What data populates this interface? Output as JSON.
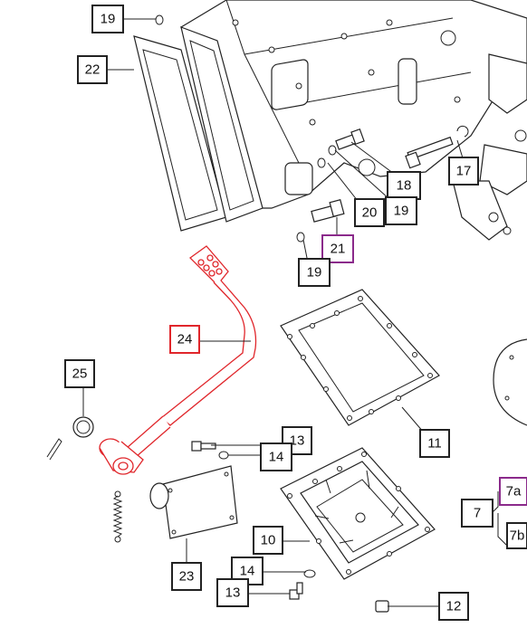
{
  "diagram": {
    "colors": {
      "default": "#222222",
      "highlight_red": "#e0262b",
      "highlight_purple": "#8b2a8b",
      "background": "#ffffff"
    },
    "callouts": [
      {
        "id": "c19a",
        "label": "19",
        "style": "default"
      },
      {
        "id": "c22",
        "label": "22",
        "style": "default"
      },
      {
        "id": "c18",
        "label": "18",
        "style": "default"
      },
      {
        "id": "c17",
        "label": "17",
        "style": "default"
      },
      {
        "id": "c20",
        "label": "20",
        "style": "default"
      },
      {
        "id": "c19b",
        "label": "19",
        "style": "default"
      },
      {
        "id": "c21",
        "label": "21",
        "style": "purple"
      },
      {
        "id": "c19c",
        "label": "19",
        "style": "default"
      },
      {
        "id": "c24",
        "label": "24",
        "style": "red"
      },
      {
        "id": "c25",
        "label": "25",
        "style": "default"
      },
      {
        "id": "c11",
        "label": "11",
        "style": "default"
      },
      {
        "id": "c13a",
        "label": "13",
        "style": "default"
      },
      {
        "id": "c14a",
        "label": "14",
        "style": "default"
      },
      {
        "id": "c7a",
        "label": "7a",
        "style": "purple"
      },
      {
        "id": "c7",
        "label": "7",
        "style": "default"
      },
      {
        "id": "c7b",
        "label": "7b",
        "style": "default"
      },
      {
        "id": "c10",
        "label": "10",
        "style": "default"
      },
      {
        "id": "c23",
        "label": "23",
        "style": "default"
      },
      {
        "id": "c14b",
        "label": "14",
        "style": "default"
      },
      {
        "id": "c13b",
        "label": "13",
        "style": "default"
      },
      {
        "id": "c12",
        "label": "12",
        "style": "default"
      }
    ]
  }
}
